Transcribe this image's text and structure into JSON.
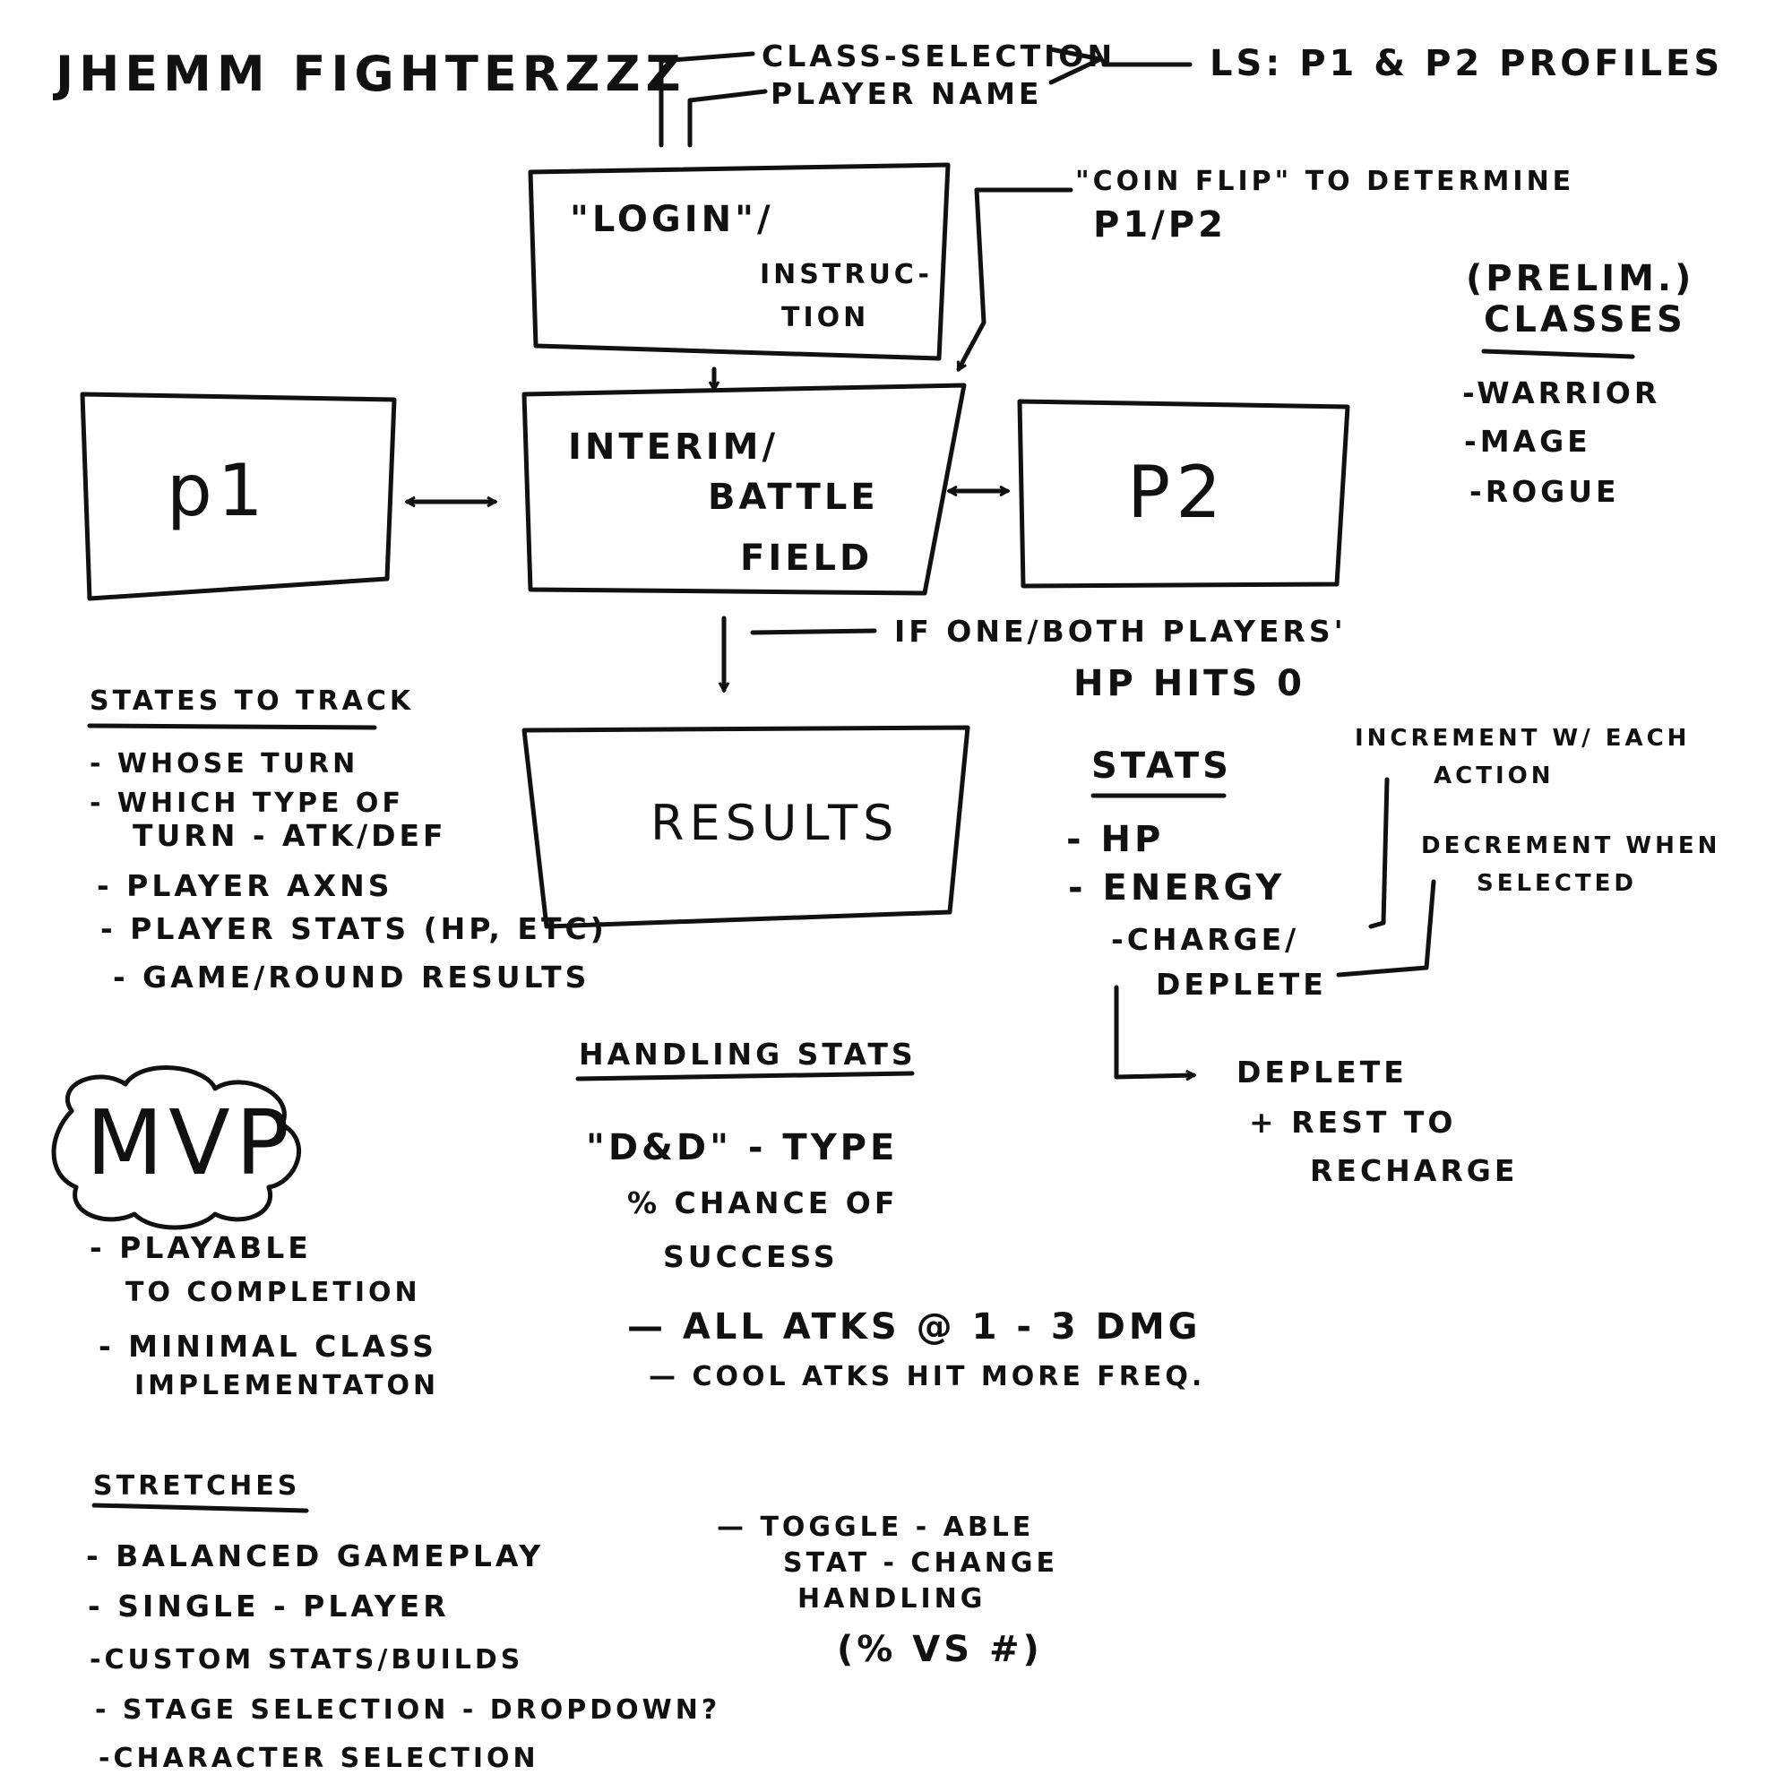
{
  "title": "Jhemm Fighterzzz",
  "top": {
    "class_selection": "Class-selection",
    "player_name": "Player name",
    "ls_profiles": "LS: P1 & P2 profiles"
  },
  "coin_flip": {
    "line1": "\"Coin flip\" to determine",
    "line2": "P1/P2"
  },
  "boxes": {
    "login": "\"Login\"/",
    "instruction_1": "Instruc-",
    "instruction_2": "tion",
    "interim": "Interim/",
    "battle": "Battle",
    "field": "Field",
    "p1": "p1",
    "p2": "P2",
    "results": "Results"
  },
  "hp_condition": {
    "line1": "If one/both players'",
    "line2": "HP hits 0"
  },
  "classes": {
    "heading_1": "(Prelim.)",
    "heading_2": "Classes",
    "items": [
      "-Warrior",
      "-Mage",
      "-Rogue"
    ]
  },
  "states": {
    "heading": "States to track",
    "items": [
      "- Whose turn",
      "- Which type of",
      "turn - ATK/DEF",
      "- Player axns",
      "- Player stats (HP, etc)",
      "- Game/Round results"
    ]
  },
  "stats": {
    "heading": "Stats",
    "hp": "- HP",
    "energy": "- Energy",
    "charge": "-Charge/",
    "deplete": "Deplete",
    "increment_1": "Increment w/ each",
    "increment_2": "action",
    "decrement_1": "Decrement when",
    "decrement_2": "selected",
    "rest_1": "Deplete",
    "rest_2": "+ Rest to",
    "rest_3": "Recharge"
  },
  "handling": {
    "heading": "Handling stats",
    "line1": "\"D&D\" - type",
    "line2": "% chance of",
    "line3": "success",
    "atk1": "— All ATKs @ 1 - 3 DMG",
    "atk2": "— Cool ATKs hit more freq."
  },
  "mvp": {
    "label": "MVP",
    "items": [
      "- Playable",
      "to completion",
      "- Minimal class",
      "implementaton"
    ]
  },
  "stretches": {
    "heading": "Stretches",
    "items": [
      "- Balanced gameplay",
      "- Single - player",
      "-Custom stats/builds",
      "- Stage selection - dropdown?",
      "-Character selection"
    ],
    "toggle_1": "— Toggle - able",
    "toggle_2": "stat - change",
    "toggle_3": "handling",
    "toggle_4": "(% vs #)"
  }
}
